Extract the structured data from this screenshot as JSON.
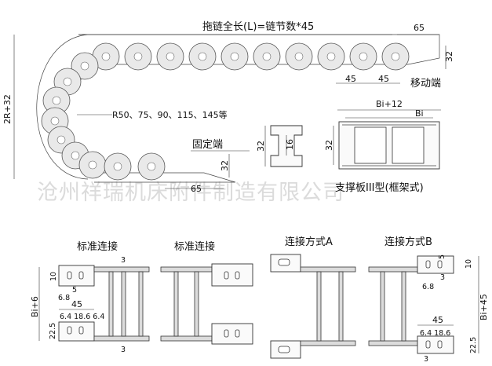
{
  "top": {
    "formula": "拖链全长(L)=链节数*45",
    "moving_end_label": "移动端",
    "fixed_end_label": "固定端",
    "radius_list": "R50、75、90、115、145等",
    "dim_65_top": "65",
    "dim_32_right": "32",
    "dim_45_a": "45",
    "dim_45_b": "45",
    "dim_2r32": "2R+32",
    "dim_32_fixed": "32",
    "dim_65_bottom": "65"
  },
  "support": {
    "dim_32": "32",
    "dim_16": "16"
  },
  "frame": {
    "dim_bi12": "Bi+12",
    "dim_bi": "Bi",
    "dim_32": "32",
    "caption": "支撑板III型(框架式)"
  },
  "watermark": "沧州祥瑞机床附件制造有限公司",
  "bottom": {
    "caption_std_1": "标准连接",
    "caption_std_2": "标准连接",
    "caption_a": "连接方式A",
    "caption_b": "连接方式B",
    "left": {
      "dim_bi6": "Bi+6",
      "dim_10": "10",
      "dim_5": "5",
      "dim_68": "6.8",
      "dim_45": "45",
      "dim_row": "6.4 18.6 6.4",
      "dim_225": "22.5",
      "dim_3_top": "3",
      "dim_3_bot": "3"
    },
    "right": {
      "dim_5": "5",
      "dim_3_top": "3",
      "dim_10": "10",
      "dim_68": "6.8",
      "dim_bi45": "Bi+45",
      "dim_45": "45",
      "dim_row": "6.4 18.6",
      "dim_225": "22.5",
      "dim_3_bot": "3"
    }
  }
}
